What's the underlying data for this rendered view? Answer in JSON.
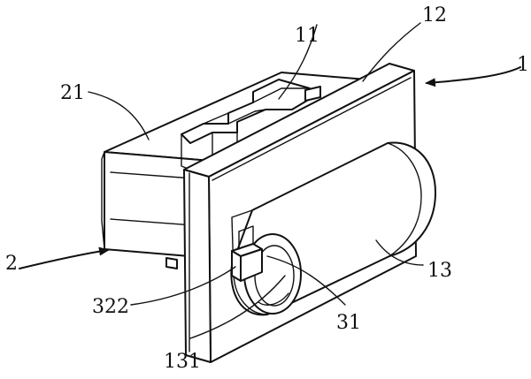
{
  "figure": {
    "labels": {
      "ref_1": "1",
      "ref_2": "2",
      "ref_11": "11",
      "ref_12": "12",
      "ref_13": "13",
      "ref_21": "21",
      "ref_31": "31",
      "ref_131": "131",
      "ref_322": "322"
    }
  }
}
